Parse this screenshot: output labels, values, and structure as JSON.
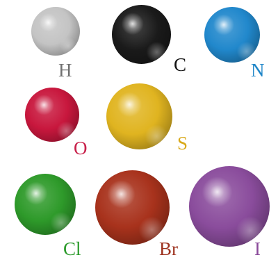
{
  "atoms": [
    {
      "symbol": "H",
      "color": "#c4c4c4",
      "label_color": "#707070"
    },
    {
      "symbol": "C",
      "color": "#1a1a1a",
      "label_color": "#111111"
    },
    {
      "symbol": "N",
      "color": "#2188cc",
      "label_color": "#1f86c8"
    },
    {
      "symbol": "O",
      "color": "#c8173d",
      "label_color": "#c8204a"
    },
    {
      "symbol": "S",
      "color": "#e0b420",
      "label_color": "#d9aa1c"
    },
    {
      "symbol": "Cl",
      "color": "#2e9a2a",
      "label_color": "#2a9a2a"
    },
    {
      "symbol": "Br",
      "color": "#a8321c",
      "label_color": "#9e3320"
    },
    {
      "symbol": "I",
      "color": "#8a4c9c",
      "label_color": "#8a4a9a"
    }
  ]
}
